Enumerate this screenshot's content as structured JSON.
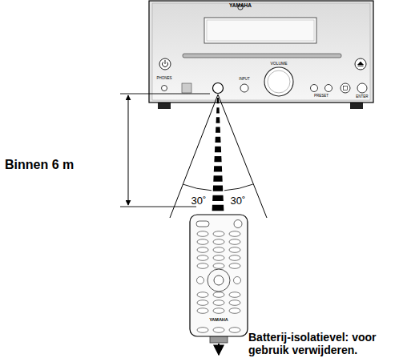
{
  "diagram": {
    "labels": [
      "YAMAHA",
      "PHONES",
      "INPUT",
      "VOLUME",
      "PRESET",
      "ENTER",
      "Binnen 6 m",
      "30˚",
      "30˚",
      "YAMAHA",
      "Batterij-isolatievel: voor gebruik verwijderen."
    ]
  }
}
